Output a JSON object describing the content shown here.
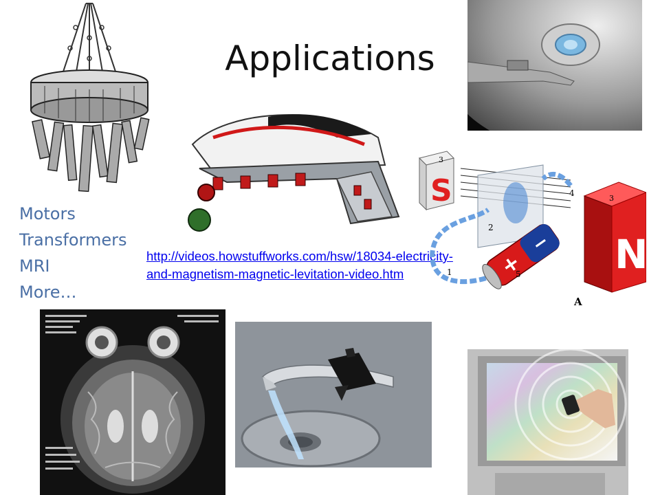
{
  "slide": {
    "title": "Applications",
    "bullets": [
      "Motors",
      "Transformers",
      "MRI",
      "More…"
    ],
    "link": "http://videos.howstuffworks.com/hsw/18034-electricity-and-magnetism-magnetic-levitation-video.htm"
  },
  "circuit_labels": {
    "s_pole": "S",
    "n_pole": "N",
    "num_3a": "3",
    "num_3b": "3",
    "num_4": "4",
    "num_2": "2",
    "num_5": "5",
    "num_1": "1",
    "letter_a": "A",
    "plus": "+",
    "minus": "−"
  },
  "colors": {
    "bullet_text": "#4a6fa5",
    "link": "#0000ee",
    "magnet_red": "#e02020"
  }
}
